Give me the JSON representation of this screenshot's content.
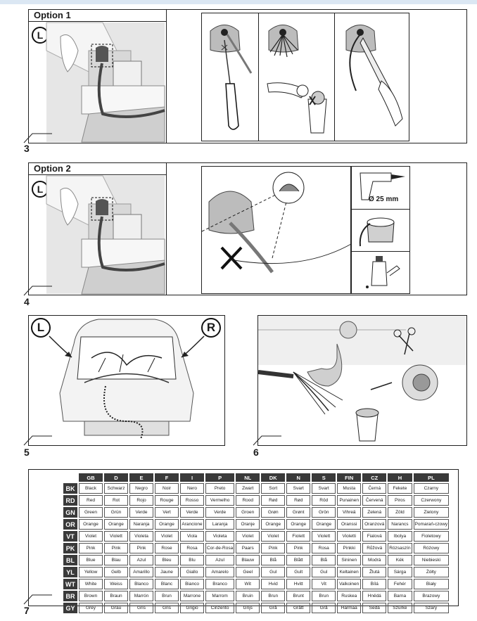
{
  "steps": {
    "s3": "3",
    "s4": "4",
    "s5": "5",
    "s6": "6",
    "s7": "7"
  },
  "options": {
    "option1": "Option 1",
    "option2": "Option 2"
  },
  "markers": {
    "left": "L",
    "right": "R"
  },
  "drill_size": "Ø 25 mm",
  "color_table": {
    "headers": [
      "GB",
      "D",
      "E",
      "F",
      "I",
      "P",
      "NL",
      "DK",
      "N",
      "S",
      "FIN",
      "CZ",
      "H",
      "PL"
    ],
    "rows": [
      {
        "code": "BK",
        "values": [
          "Black",
          "Schwarz",
          "Negro",
          "Noir",
          "Nero",
          "Preto",
          "Zwart",
          "Sort",
          "Svart",
          "Svart",
          "Musta",
          "Černá",
          "Fekete",
          "Czarny"
        ]
      },
      {
        "code": "RD",
        "values": [
          "Red",
          "Rot",
          "Rojo",
          "Rouge",
          "Rosso",
          "Vermelho",
          "Rood",
          "Rød",
          "Rød",
          "Röd",
          "Punainen",
          "Červená",
          "Piros",
          "Czerwony"
        ]
      },
      {
        "code": "GN",
        "values": [
          "Green",
          "Grün",
          "Verde",
          "Vert",
          "Verde",
          "Verde",
          "Groen",
          "Grøn",
          "Grønt",
          "Grön",
          "Vihreä",
          "Zelená",
          "Zöld",
          "Zielony"
        ]
      },
      {
        "code": "OR",
        "values": [
          "Orange",
          "Orange",
          "Naranja",
          "Orange",
          "Arancione",
          "Laranja",
          "Oranje",
          "Orange",
          "Orange",
          "Orange",
          "Oranssi",
          "Oranzová",
          "Narancs",
          "Pomarań-czowy"
        ]
      },
      {
        "code": "VT",
        "values": [
          "Violet",
          "Violett",
          "Violeta",
          "Violet",
          "Viola",
          "Violeta",
          "Violet",
          "Violet",
          "Fiolett",
          "Violett",
          "Violetti",
          "Fialová",
          "Ibolya",
          "Fioletowy"
        ]
      },
      {
        "code": "PK",
        "values": [
          "Pink",
          "Pink",
          "Pink",
          "Rose",
          "Rosa",
          "Cor-de-Rosa",
          "Paars",
          "Pink",
          "Pink",
          "Rosa",
          "Pinkki",
          "Růžová",
          "Rózsaszín",
          "Różowy"
        ]
      },
      {
        "code": "BL",
        "values": [
          "Blue",
          "Blau",
          "Azul",
          "Bleu",
          "Blu",
          "Azul",
          "Blauw",
          "Blå",
          "Blått",
          "Blå",
          "Sininen",
          "Modrá",
          "Kék",
          "Niebieski"
        ]
      },
      {
        "code": "YL",
        "values": [
          "Yellow",
          "Gelb",
          "Amarillo",
          "Jaune",
          "Giallo",
          "Amarelo",
          "Geel",
          "Gul",
          "Gult",
          "Gul",
          "Keltainen",
          "Žlutá",
          "Sárga",
          "Żółty"
        ]
      },
      {
        "code": "WT",
        "values": [
          "White",
          "Weiss",
          "Blanco",
          "Blanc",
          "Bianco",
          "Branco",
          "Wit",
          "Hvid",
          "Hvitt",
          "Vit",
          "Valkoinen",
          "Bílá",
          "Fehér",
          "Biały"
        ]
      },
      {
        "code": "BR",
        "values": [
          "Brown",
          "Braun",
          "Marrón",
          "Brun",
          "Marrone",
          "Marrom",
          "Bruin",
          "Brun",
          "Brunt",
          "Brun",
          "Ruskea",
          "Hnědá",
          "Barna",
          "Brazowy"
        ]
      },
      {
        "code": "GY",
        "values": [
          "Grey",
          "Grau",
          "Gris",
          "Gris",
          "Grigio",
          "Cinzento",
          "Grijs",
          "Grå",
          "Grått",
          "Grå",
          "Harmaa",
          "Sedá",
          "Szürke",
          "Szary"
        ]
      }
    ]
  }
}
